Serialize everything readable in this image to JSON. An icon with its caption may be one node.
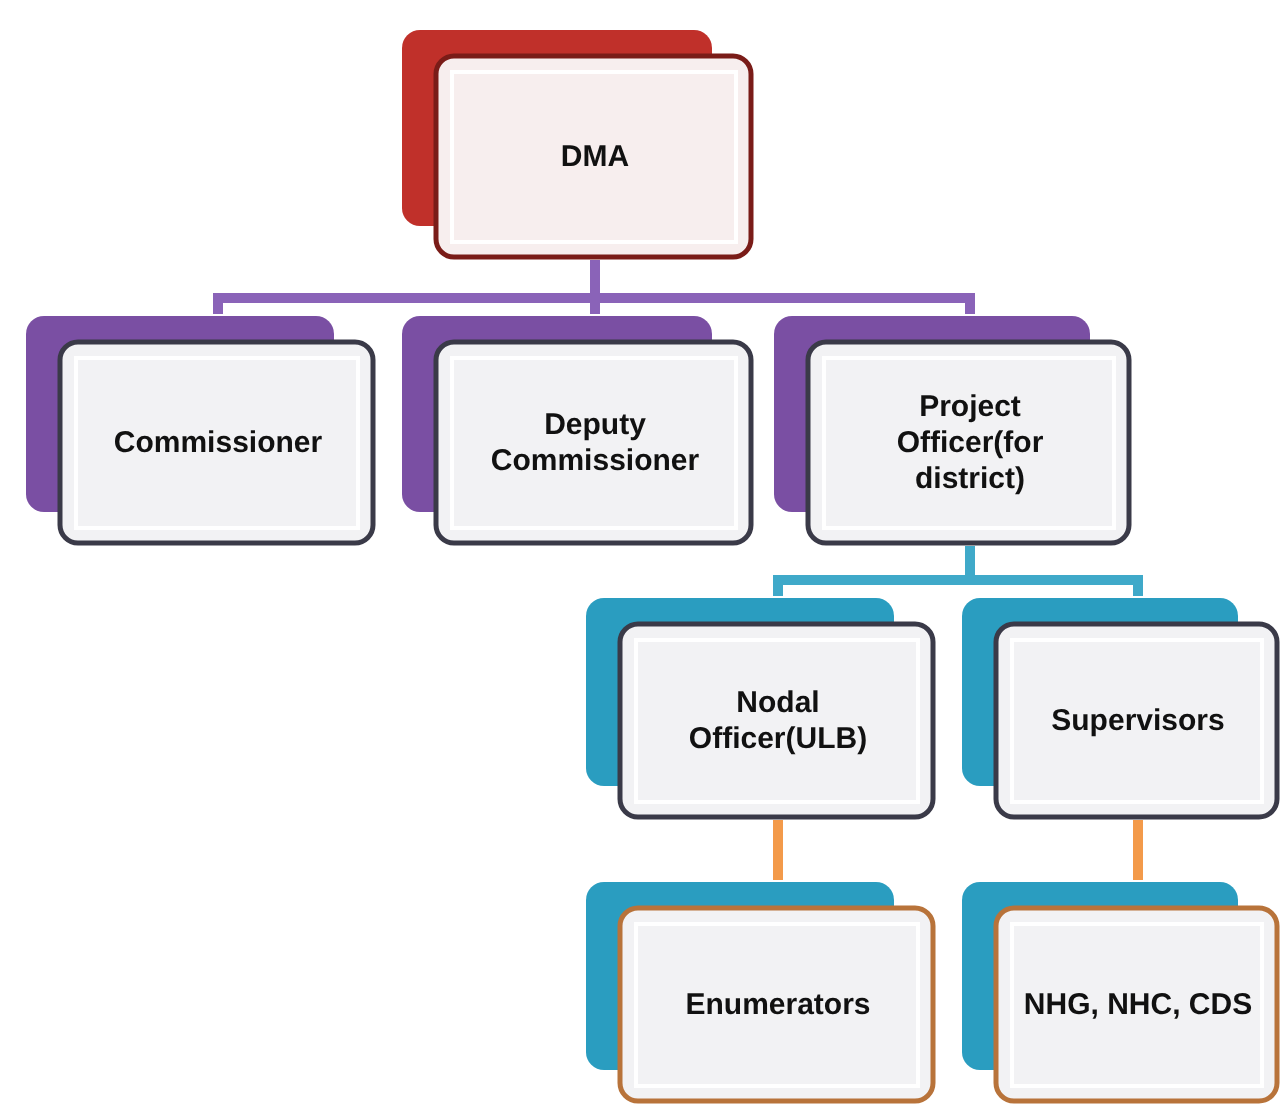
{
  "diagram": {
    "nodes": [
      {
        "text": [
          "DMA"
        ]
      },
      {
        "text": [
          "Commissioner"
        ]
      },
      {
        "text": [
          "Deputy Commissioner"
        ]
      },
      {
        "text": [
          "Project Officer(for district)"
        ]
      },
      {
        "text": [
          "Nodal Officer(ULB)"
        ]
      },
      {
        "text": [
          "Supervisors"
        ]
      },
      {
        "text": [
          "Enumerators"
        ]
      },
      {
        "text": [
          "NHG, NHC, CDS"
        ]
      }
    ],
    "edges": [
      {
        "from": 0,
        "to": 1,
        "arrow": "none"
      },
      {
        "from": 0,
        "to": 2,
        "arrow": "none"
      },
      {
        "from": 0,
        "to": 3,
        "arrow": "none"
      },
      {
        "from": 3,
        "to": 4,
        "arrow": "none",
        "color": "#3fa9c9"
      },
      {
        "from": 3,
        "to": 5,
        "arrow": "none",
        "color": "#3fa9c9"
      },
      {
        "from": 4,
        "to": 6,
        "arrow": "none",
        "color": "#f39a4a"
      },
      {
        "from": 5,
        "to": 7,
        "arrow": "none",
        "color": "#f39a4a"
      }
    ]
  }
}
